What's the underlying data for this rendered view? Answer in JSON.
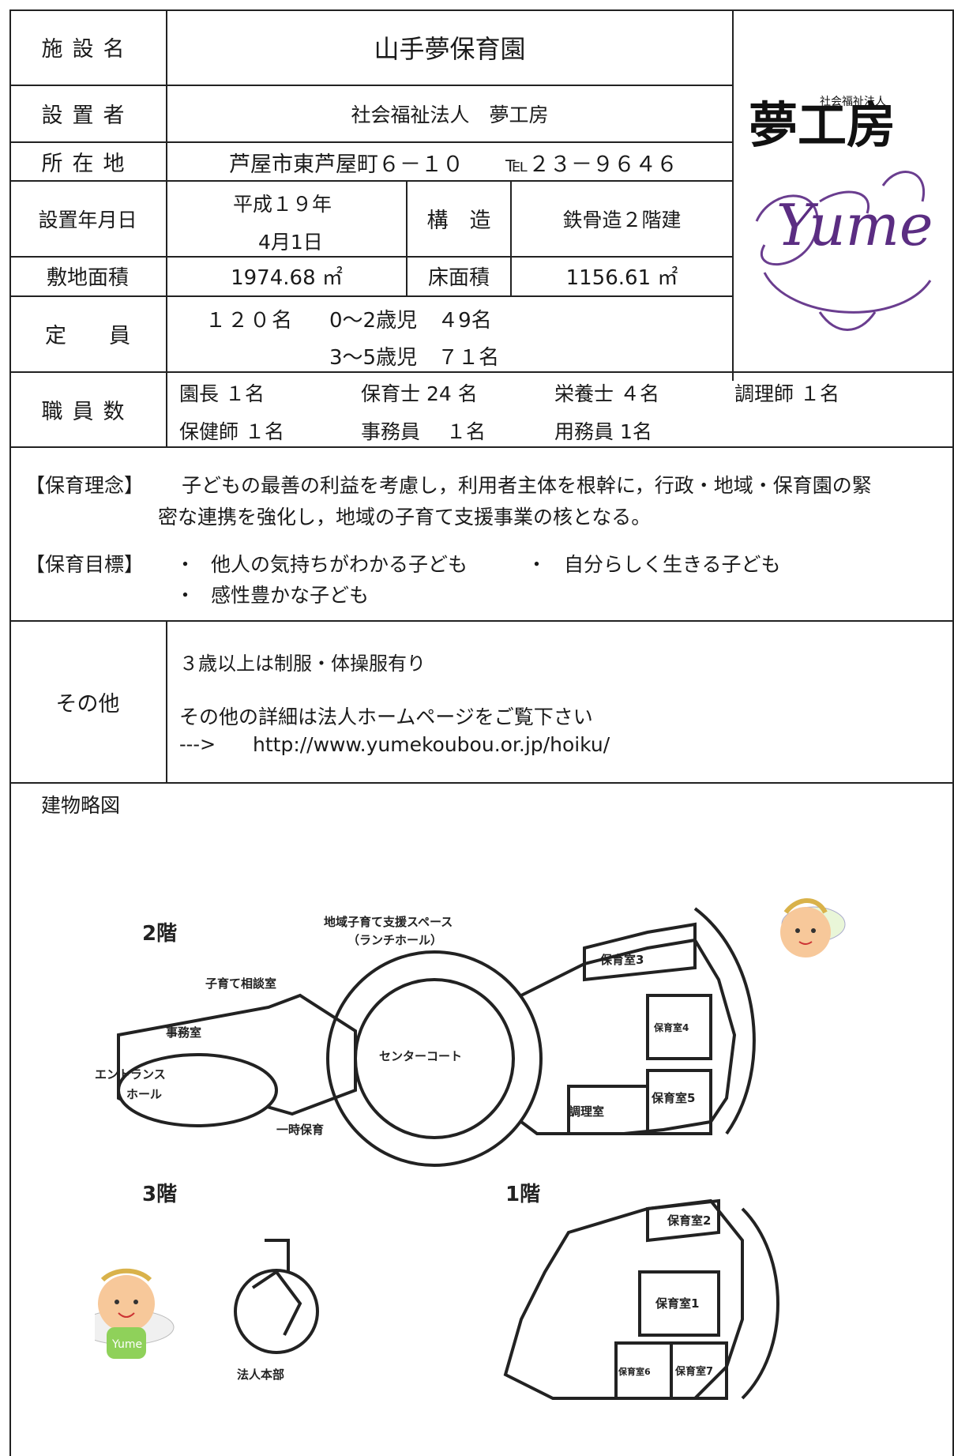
{
  "facility": {
    "name_label": "施設名",
    "name_value": "山手夢保育園",
    "founder_label": "設置者",
    "founder_value": "社会福祉法人　夢工房",
    "address_label": "所在地",
    "address_value": "芦屋市東芦屋町６－１０",
    "tel_value": "℡２３－９６４６",
    "established_label": "設置年月日",
    "established_line1": "平成１９年",
    "established_line2": "4月1日",
    "structure_label": "構　造",
    "structure_value": "鉄骨造２階建",
    "site_area_label": "敷地面積",
    "site_area_value": "1974.68 ㎡",
    "floor_area_label": "床面積",
    "floor_area_value": "1156.61 ㎡",
    "capacity_label": "定　　員",
    "capacity_total": "１２０名",
    "capacity_line1": "0～2歳児　４9名",
    "capacity_line2": "3～5歳児　７１名",
    "staff_label": "職員数",
    "staff_row1": [
      "園長 １名",
      "保育士 24 名",
      "栄養士 ４名",
      "調理師 １名"
    ],
    "staff_row2": [
      "保健師 １名",
      "事務員　 １名",
      "用務員 1名"
    ]
  },
  "philosophy": {
    "label": "【保育理念】",
    "line1": "子どもの最善の利益を考慮し，利用者主体を根幹に，行政・地域・保育園の緊",
    "line2": "密な連携を強化し，地域の子育て支援事業の核となる。"
  },
  "goals": {
    "label": "【保育目標】",
    "bullet": "・",
    "items": [
      "他人の気持ちがわかる子ども",
      "自分らしく生きる子ども",
      "感性豊かな子ども"
    ]
  },
  "other": {
    "label": "その他",
    "line1": "３歳以上は制服・体操服有り",
    "line2": "その他の詳細は法人ホームページをご覧下さい",
    "arrow": "--->",
    "url": "http://www.yumekoubou.or.jp/hoiku/"
  },
  "logo": {
    "kanji": "夢工房",
    "tag": "社会福祉法人",
    "script": "Yume"
  },
  "map": {
    "section_label": "建物略図",
    "floor2": "2階",
    "floor3": "3階",
    "floor1": "1階",
    "support_space": "地域子育て支援スペース",
    "lunch_hall": "（ランチホール）",
    "consult_room": "子育て相談室",
    "office": "事務室",
    "entrance1": "エントランス",
    "entrance2": "ホール",
    "center_court": "センターコート",
    "temp_care": "一時保育",
    "kitchen": "調理室",
    "room3": "保育室3",
    "room4": "保育室4",
    "room5": "保育室5",
    "hq": "法人本部",
    "room2": "保育室2",
    "room1": "保育室1",
    "room6": "保育室6",
    "room7": "保育室7",
    "mascot_text": "Yume"
  }
}
